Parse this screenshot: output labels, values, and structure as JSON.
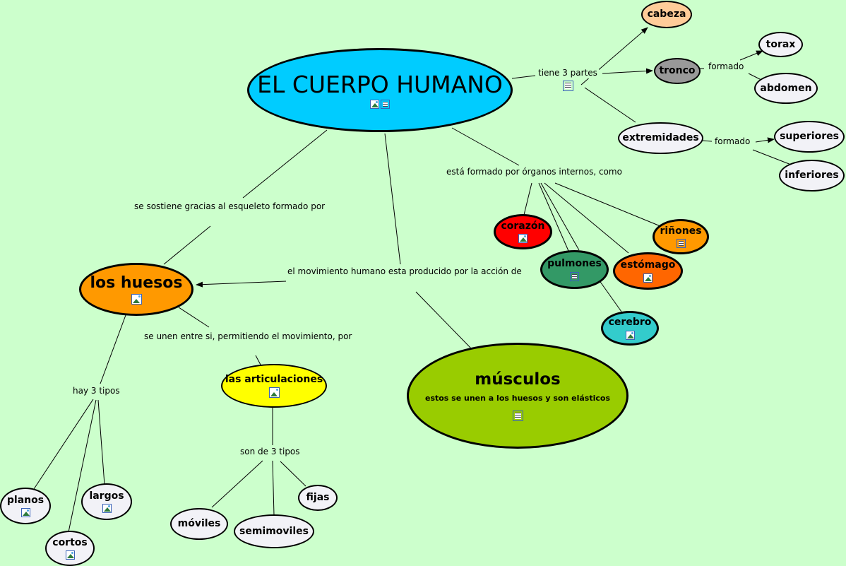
{
  "nodes": {
    "cuerpo": "EL CUERPO HUMANO",
    "cabeza": "cabeza",
    "tronco": "tronco",
    "torax": "torax",
    "abdomen": "abdomen",
    "extremidades": "extremidades",
    "superiores": "superiores",
    "inferiores": "inferiores",
    "corazon": "corazón",
    "rinones": "riñones",
    "pulmones": "pulmones",
    "estomago": "estómago",
    "cerebro": "cerebro",
    "huesos": "los huesos",
    "articulaciones": "las articulaciones",
    "musculos": "músculos",
    "musculos_desc": "estos se unen a los huesos y son elásticos",
    "planos": "planos",
    "largos": "largos",
    "cortos": "cortos",
    "moviles": "móviles",
    "semimoviles": "semimoviles",
    "fijas": "fijas"
  },
  "links": {
    "tiene_3_partes": "tiene 3 partes",
    "formado_tronco": "formado",
    "formado_extremidades": "formado",
    "organos": "está formado por órganos internos, como",
    "esqueleto": "se sostiene gracias al esqueleto formado por",
    "movimiento": "el movimiento humano esta producido por la acción de",
    "se_unen": "se unen entre si, permitiendo el movimiento, por",
    "hay_3_tipos": "hay 3 tipos",
    "son_de_3_tipos": "son de 3 tipos"
  },
  "colors": {
    "background": "#ccffcc",
    "cuerpo": "#00ccff",
    "cabeza": "#ffcc99",
    "tronco": "#999999",
    "light_node": "#f2f2f7",
    "corazon": "#ff0000",
    "rinones": "#ff9900",
    "pulmones": "#339966",
    "estomago": "#ff6600",
    "cerebro": "#33cccc",
    "huesos": "#ff9900",
    "articulaciones": "#ffff00",
    "musculos": "#99cc00"
  }
}
